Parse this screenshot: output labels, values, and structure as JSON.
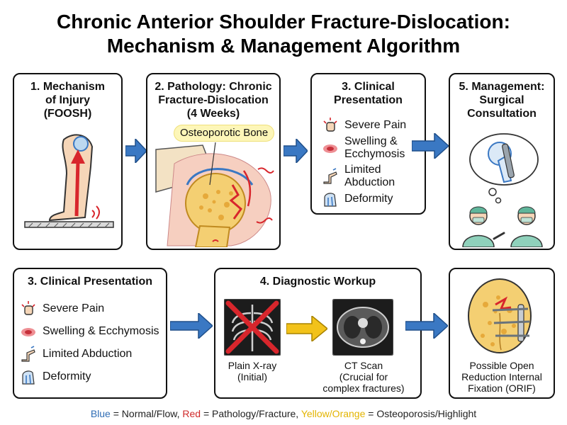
{
  "title": {
    "line1": "Chronic Anterior Shoulder Fracture-Dislocation:",
    "line2": "Mechanism & Management Algorithm"
  },
  "boxes": {
    "mechanism": {
      "title_lines": [
        "1. Mechanism",
        "of Injury",
        "(FOOSH)"
      ]
    },
    "pathology": {
      "title_lines": [
        "2. Pathology: Chronic",
        "Fracture-Dislocation",
        "(4 Weeks)"
      ],
      "callout": "Osteoporotic Bone"
    },
    "clinical_small": {
      "title_lines": [
        "3. Clinical",
        "Presentation"
      ],
      "items": [
        {
          "icon": "fist-pain-icon",
          "label_lines": [
            "Severe Pain"
          ]
        },
        {
          "icon": "swelling-icon",
          "label_lines": [
            "Swelling &",
            "Ecchymosis"
          ]
        },
        {
          "icon": "arm-abduction-icon",
          "label_lines": [
            "Limited",
            "Abduction"
          ]
        },
        {
          "icon": "shoulder-deformity-icon",
          "label_lines": [
            "Deformity"
          ]
        }
      ]
    },
    "management": {
      "title_lines": [
        "5. Management:",
        "Surgical",
        "Consultation"
      ]
    },
    "clinical_large": {
      "title": "3. Clinical Presentation",
      "items": [
        {
          "icon": "fist-pain-icon",
          "label": "Severe Pain"
        },
        {
          "icon": "swelling-icon",
          "label": "Swelling & Ecchymosis"
        },
        {
          "icon": "arm-abduction-icon",
          "label": "Limited Abduction"
        },
        {
          "icon": "shoulder-deformity-icon",
          "label": "Deformity"
        }
      ]
    },
    "diagnostic": {
      "title": "4. Diagnostic Workup",
      "xray_caption_lines": [
        "Plain X-ray",
        "(Initial)"
      ],
      "ct_caption_lines": [
        "CT Scan",
        "(Crucial for",
        "complex fractures)"
      ]
    },
    "orif": {
      "caption_lines": [
        "Possible Open",
        "Reduction Internal",
        "Fixation (ORIF)"
      ]
    }
  },
  "legend": {
    "blue_word": "Blue",
    "blue_rest": " = Normal/Flow, ",
    "red_word": "Red",
    "red_rest": " = Pathology/Fracture, ",
    "yellow_word": "Yellow/Orange",
    "yellow_rest": " = Osteoporosis/Highlight"
  },
  "colors": {
    "flow_blue": "#3a78c3",
    "pathology_red": "#d8262c",
    "highlight_yellow": "#f2c21a",
    "legend_blue": "#2f6db5",
    "legend_red": "#d02a2a",
    "legend_yellow": "#e3b400"
  }
}
